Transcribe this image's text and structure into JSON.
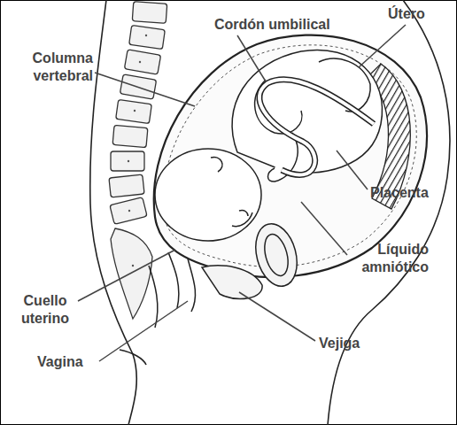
{
  "diagram": {
    "labels": [
      "Cordón umbilical",
      "Útero",
      "Columna vertebral",
      "Placenta",
      "Líquido amniótico",
      "Cuello uterino",
      "Vejiga",
      "Vagina"
    ]
  }
}
